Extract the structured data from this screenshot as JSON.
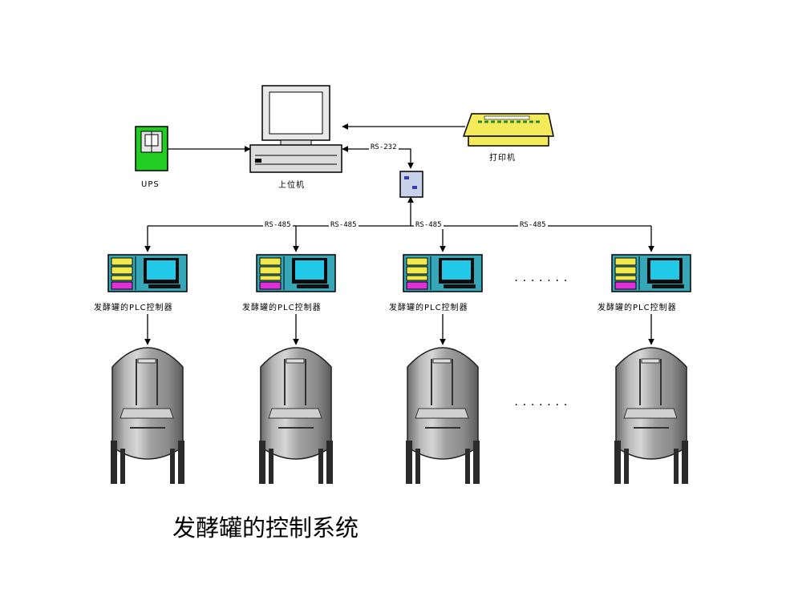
{
  "labels": {
    "ups": "UPS",
    "host": "上位机",
    "printer": "打印机",
    "rs232": "RS-232",
    "rs485": "RS-485"
  },
  "controller_label": "发酵罐的PLC控制器",
  "caption": "发酵罐的控制系统",
  "ellipsis": ".......",
  "colors": {
    "ups_green": "#22cc22",
    "printer_yellow": "#f4ea5a",
    "controller_panel": "#36a7b9",
    "controller_screen": "#21c8e8",
    "controller_magenta": "#e030d8",
    "tank_grey": "#a8a8a8"
  }
}
